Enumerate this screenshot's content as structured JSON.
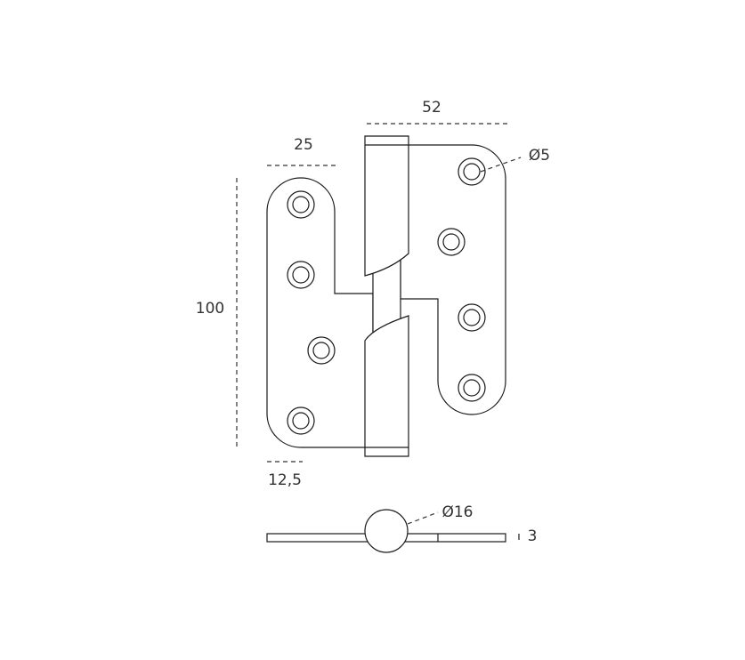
{
  "drawing": {
    "title": "Lift-off hinge technical drawing",
    "dimensions": {
      "overall_width": "52",
      "leaf_width": "25",
      "height": "100",
      "hole_offset": "12,5",
      "hole_diameter": "Ø5",
      "knuckle_diameter": "Ø16",
      "thickness": "3"
    },
    "colors": {
      "line": "#1a1a1a",
      "text": "#333333"
    }
  }
}
